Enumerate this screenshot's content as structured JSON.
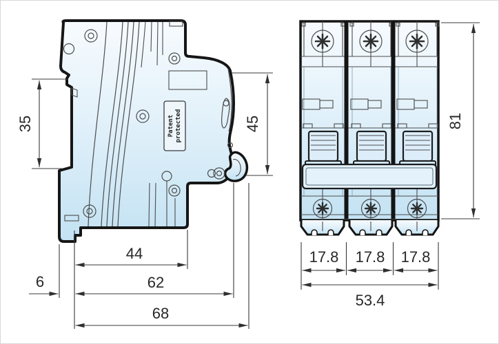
{
  "title": "circuit-breaker-dimension-drawing",
  "colors": {
    "outline": "#161616",
    "thin_line": "#4c4c4c",
    "body_fill_top": "#f6fbfe",
    "body_fill_bottom": "#c3e2f3",
    "dimension_text": "#272727",
    "background": "#ffffff"
  },
  "side_view": {
    "patent_line1": "Patent",
    "patent_line2": "protected",
    "dim_35": "35",
    "dim_45": "45",
    "dim_44": "44",
    "dim_6": "6",
    "dim_62": "62",
    "dim_68": "68"
  },
  "front_view": {
    "dim_81": "81",
    "dim_pole_1": "17.8",
    "dim_pole_2": "17.8",
    "dim_pole_3": "17.8",
    "dim_total": "53.4"
  }
}
